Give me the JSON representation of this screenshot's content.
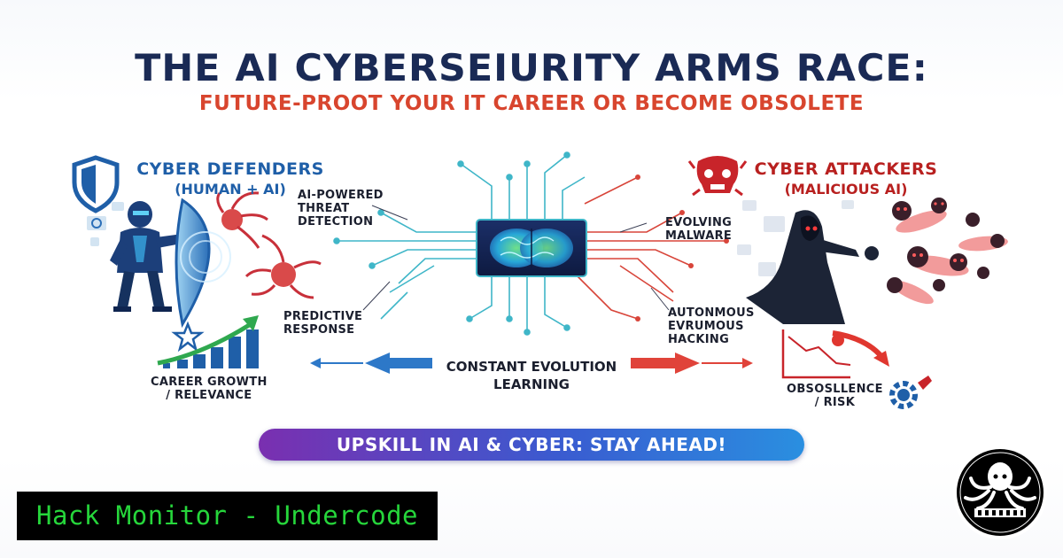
{
  "title": "THE AI CYBERSEIURITY ARMS RACE:",
  "subtitle": "FUTURE-PROOT YOUR IT CAREER OR BECOME OBSOLETE",
  "defenders": {
    "title": "CYBER DEFENDERS",
    "subtitle": "(HUMAN + AI)",
    "color": "#1f5fa8"
  },
  "attackers": {
    "title": "CYBER ATTACKERS",
    "subtitle": "(MALICIOUS AI)",
    "color": "#b8201f"
  },
  "labels": {
    "threat_detection": [
      "AI-POWERED",
      "THREAT",
      "DETECTION"
    ],
    "predictive_response": [
      "PREDICTIVE",
      "RESPONSE"
    ],
    "evolving_malware": [
      "EVOLVING",
      "MALWARE"
    ],
    "autonomous_hacking": [
      "AUTONMOUS",
      "EVRUMOUS",
      "HACKING"
    ],
    "career_growth": [
      "CAREER GROWTH",
      "/ RELEVANCE"
    ],
    "obsolescence": [
      "OBSOSLLENCE",
      "/ RISK"
    ],
    "center": [
      "CONSTANT EVOLUTION",
      "LEARNING"
    ]
  },
  "banner": "UPSKILL IN AI & CYBER: STAY AHEAD!",
  "brand": "Hack Monitor - Undercode",
  "colors": {
    "navy": "#1a2a55",
    "accent_red": "#d8452e",
    "circuit_teal": "#3fb6c8",
    "growth_green": "#2fa84f",
    "brand_green": "#26d63b"
  },
  "icons": {
    "defender_logo": "shield-icon",
    "attacker_logo": "skull-icon",
    "processor": "ai-brain-chip-icon",
    "growth": "rising-bar-chart-icon",
    "decline": "falling-chart-icon",
    "settings": "gear-icon",
    "badge": "octopus-logo-icon"
  }
}
